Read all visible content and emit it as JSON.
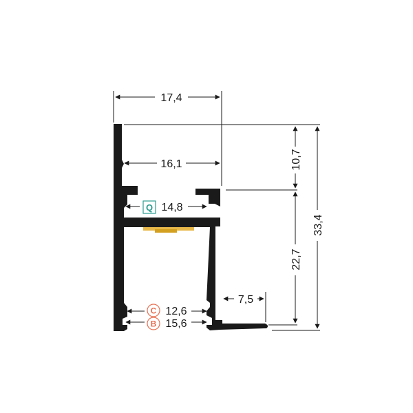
{
  "dimensions": {
    "top_width": "17,4",
    "inner_width": "16,1",
    "q_width": "14,8",
    "c_width": "12,6",
    "b_width": "15,6",
    "flange": "7,5",
    "upper_height": "10,7",
    "lower_height": "22,7",
    "total_height": "33,4"
  },
  "badges": {
    "q": "Q",
    "c": "C",
    "b": "B"
  },
  "colors": {
    "profile": "#1a1a1a",
    "led_strip": "#e8b84a",
    "badge_q": "#2a9d8f",
    "badge_c": "#e76f51",
    "badge_b": "#e76f51"
  }
}
